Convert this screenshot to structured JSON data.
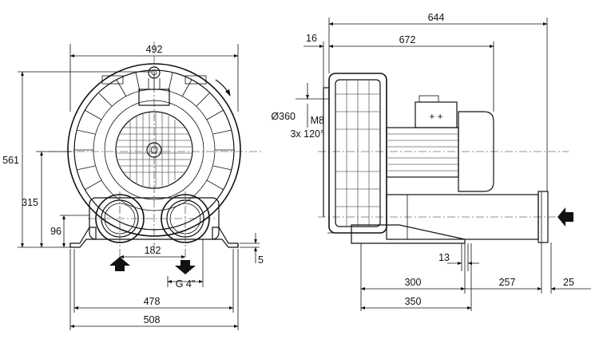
{
  "drawing": {
    "front_view": {
      "dim_width_top": "492",
      "dim_height_total": "561",
      "dim_height_axis": "315",
      "dim_height_flange": "96",
      "dim_port_spacing": "182",
      "dim_thread": "G 4\"",
      "dim_feet_inner": "478",
      "dim_feet_outer": "508",
      "dim_foot_thickness": "5"
    },
    "side_view": {
      "dim_total_length": "644",
      "dim_motor_length": "672",
      "dim_offset": "16",
      "dim_bolt_circle": "Ø360",
      "dim_thread_m": "M8",
      "dim_thread_angle": "3x 120°",
      "dim_hole": "13",
      "dim_base_300": "300",
      "dim_base_257": "257",
      "dim_base_25": "25",
      "dim_base_350": "350"
    }
  }
}
